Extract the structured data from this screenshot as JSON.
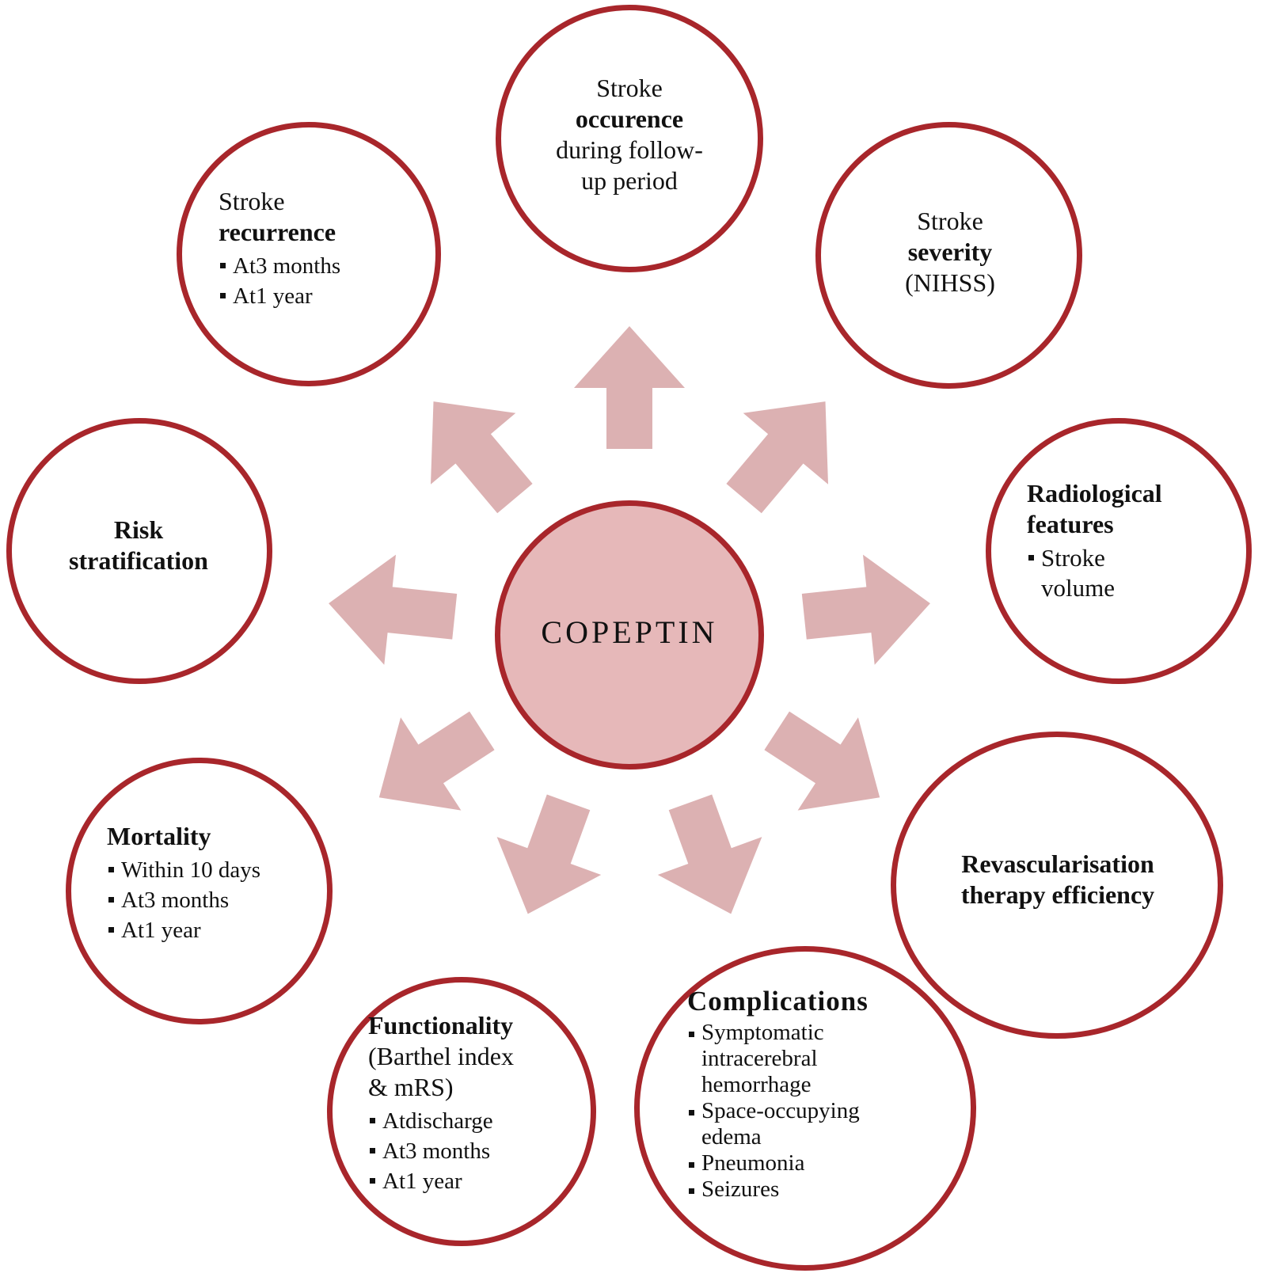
{
  "center": {
    "label": "COPEPTIN"
  },
  "colors": {
    "ring": "#a8262b",
    "center_fill": "#e6b8b9",
    "arrow_fill": "#dcb1b2"
  },
  "nodes": {
    "occurence": {
      "line1": "Stroke",
      "line2": "occurence",
      "line3": "during follow-",
      "line4": "up period"
    },
    "recurrence": {
      "line1": "Stroke",
      "line2": "recurrence",
      "items": [
        "At3 months",
        "At1 year"
      ]
    },
    "severity": {
      "line1": "Stroke",
      "line2": "severity",
      "line3": "(NIHSS)"
    },
    "radiological": {
      "line1": "Radiological",
      "line2": "features",
      "items": [
        "Stroke volume"
      ]
    },
    "risk": {
      "line1": "Risk",
      "line2": "stratification"
    },
    "revascularisation": {
      "line1": "Revascularisation",
      "line2": "therapy efficiency"
    },
    "mortality": {
      "title": "Mortality",
      "items": [
        "Within 10 days",
        "At3 months",
        "At1 year"
      ]
    },
    "functionality": {
      "title": "Functionality",
      "line2": "(Barthel index",
      "line3": "& mRS)",
      "items": [
        "Atdischarge",
        "At3 months",
        "At1 year"
      ]
    },
    "complications": {
      "title": "Complications",
      "items": [
        "Symptomatic intracerebral hemorrhage",
        "Space-occupying edema",
        "Pneumonia",
        "Seizures"
      ]
    }
  }
}
